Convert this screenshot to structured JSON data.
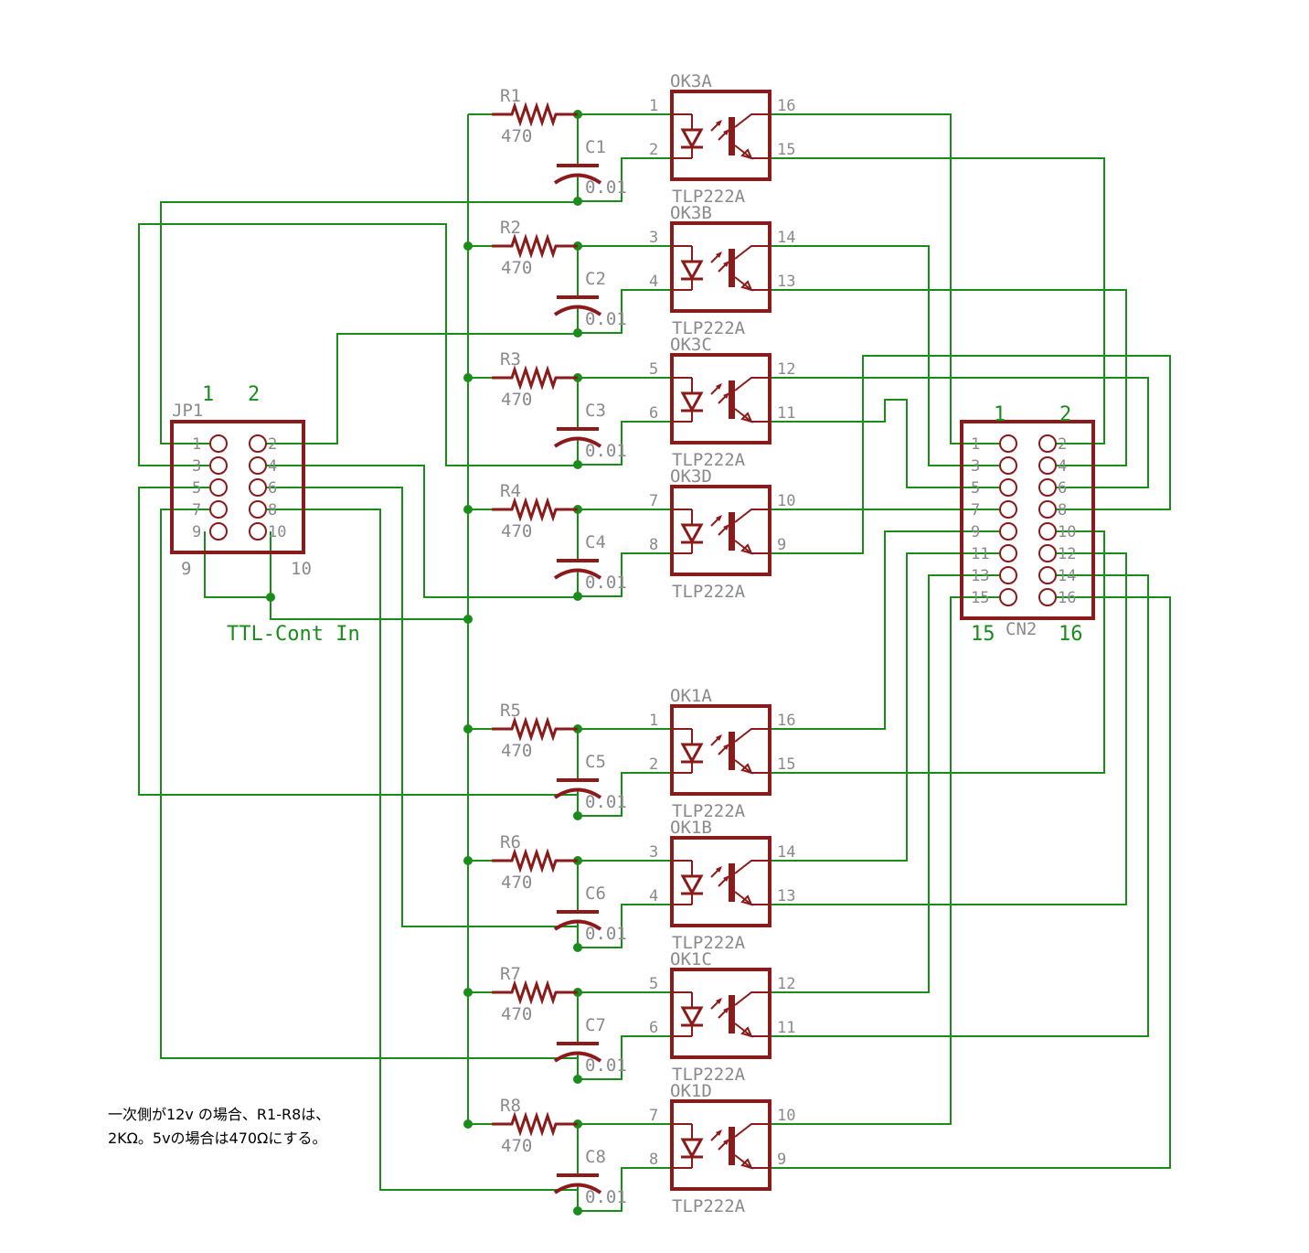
{
  "optocouplers": [
    {
      "name": "OK3A",
      "part": "TLP222A",
      "in_pins": [
        "1",
        "2"
      ],
      "out_pins": [
        "16",
        "15"
      ]
    },
    {
      "name": "OK3B",
      "part": "TLP222A",
      "in_pins": [
        "3",
        "4"
      ],
      "out_pins": [
        "14",
        "13"
      ]
    },
    {
      "name": "OK3C",
      "part": "TLP222A",
      "in_pins": [
        "5",
        "6"
      ],
      "out_pins": [
        "12",
        "11"
      ]
    },
    {
      "name": "OK3D",
      "part": "TLP222A",
      "in_pins": [
        "7",
        "8"
      ],
      "out_pins": [
        "10",
        "9"
      ]
    },
    {
      "name": "OK1A",
      "part": "TLP222A",
      "in_pins": [
        "1",
        "2"
      ],
      "out_pins": [
        "16",
        "15"
      ]
    },
    {
      "name": "OK1B",
      "part": "TLP222A",
      "in_pins": [
        "3",
        "4"
      ],
      "out_pins": [
        "14",
        "13"
      ]
    },
    {
      "name": "OK1C",
      "part": "TLP222A",
      "in_pins": [
        "5",
        "6"
      ],
      "out_pins": [
        "12",
        "11"
      ]
    },
    {
      "name": "OK1D",
      "part": "TLP222A",
      "in_pins": [
        "7",
        "8"
      ],
      "out_pins": [
        "10",
        "9"
      ]
    }
  ],
  "resistors": [
    {
      "name": "R1",
      "value": "470"
    },
    {
      "name": "R2",
      "value": "470"
    },
    {
      "name": "R3",
      "value": "470"
    },
    {
      "name": "R4",
      "value": "470"
    },
    {
      "name": "R5",
      "value": "470"
    },
    {
      "name": "R6",
      "value": "470"
    },
    {
      "name": "R7",
      "value": "470"
    },
    {
      "name": "R8",
      "value": "470"
    }
  ],
  "capacitors": [
    {
      "name": "C1",
      "value": "0.01"
    },
    {
      "name": "C2",
      "value": "0.01"
    },
    {
      "name": "C3",
      "value": "0.01"
    },
    {
      "name": "C4",
      "value": "0.01"
    },
    {
      "name": "C5",
      "value": "0.01"
    },
    {
      "name": "C6",
      "value": "0.01"
    },
    {
      "name": "C7",
      "value": "0.01"
    },
    {
      "name": "C8",
      "value": "0.01"
    }
  ],
  "jp1": {
    "name": "JP1",
    "col_labels": [
      "1",
      "2"
    ],
    "bottom_labels": [
      "9",
      "10"
    ],
    "left_pins": [
      "1",
      "3",
      "5",
      "7",
      "9"
    ],
    "right_pins": [
      "2",
      "4",
      "6",
      "8",
      "10"
    ]
  },
  "cn2": {
    "name": "CN2",
    "col_labels": [
      "1",
      "2"
    ],
    "bottom_labels": [
      "15",
      "16"
    ],
    "left_pins": [
      "1",
      "3",
      "5",
      "7",
      "9",
      "11",
      "13",
      "15"
    ],
    "right_pins": [
      "2",
      "4",
      "6",
      "8",
      "10",
      "12",
      "14",
      "16"
    ]
  },
  "net_label": "TTL-Cont In",
  "note": [
    "一次側が12v の場合、R1-R8は、",
    "2KΩ。5vの場合は470Ωにする。"
  ],
  "colors": {
    "wire": "#1a8c1a",
    "symbol": "#8b1a1a",
    "label": "#8a8a8a"
  }
}
